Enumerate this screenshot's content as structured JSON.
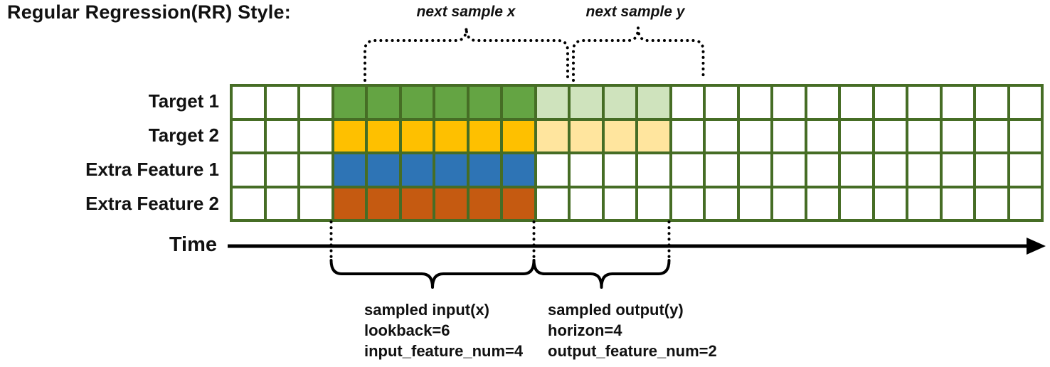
{
  "title": "Regular Regression(RR) Style:",
  "diagram": {
    "rows": [
      {
        "label": "Target 1",
        "input_color": "#64a443",
        "output_color": "#cfe3bd"
      },
      {
        "label": "Target 2",
        "input_color": "#fec000",
        "output_color": "#ffe59e"
      },
      {
        "label": "Extra Feature 1",
        "input_color": "#2e74b5",
        "output_color": null
      },
      {
        "label": "Extra Feature 2",
        "input_color": "#c55a11",
        "output_color": null
      }
    ],
    "grid": {
      "columns": 24,
      "input_start_col": 3,
      "lookback": 6,
      "horizon": 4,
      "border_color": "#466d25",
      "cell_color": "#ffffff"
    },
    "time_label": "Time",
    "annotations": {
      "next_sample_x": "next sample x",
      "next_sample_y": "next sample y",
      "input_block": [
        "sampled input(x)",
        "lookback=6",
        "input_feature_num=4"
      ],
      "output_block": [
        "sampled output(y)",
        "horizon=4",
        "output_feature_num=2"
      ]
    }
  }
}
